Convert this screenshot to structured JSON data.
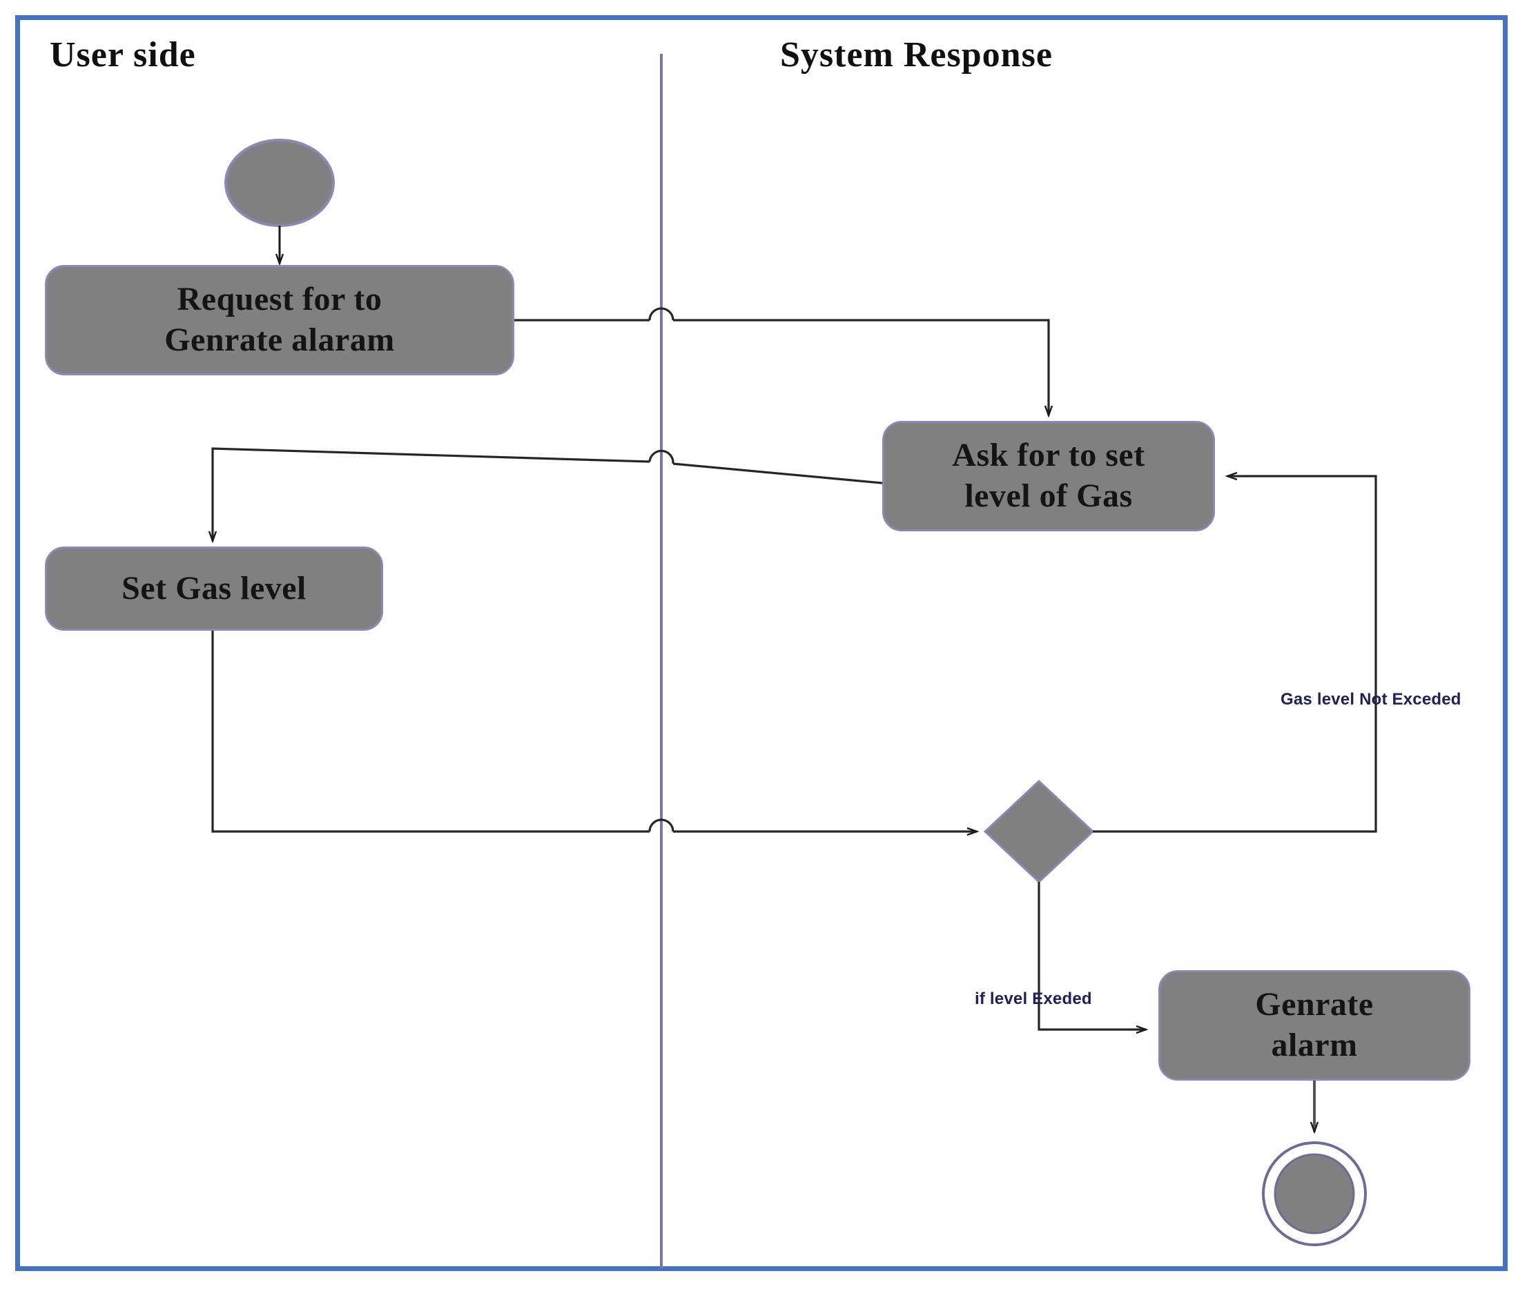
{
  "diagram": {
    "type": "uml-activity-diagram",
    "title_present": false,
    "frame_color": "#4472C4",
    "node_fill": "#808080",
    "node_border": "#8C87B5",
    "swimlane_divider_color": "#7B779E",
    "connector_color": "#262626",
    "label_color": "#1F1F5B"
  },
  "lanes": [
    {
      "id": "user",
      "title": "User side"
    },
    {
      "id": "system",
      "title": "System Response"
    }
  ],
  "nodes": [
    {
      "id": "start",
      "kind": "initial-node",
      "lane": "user",
      "label": ""
    },
    {
      "id": "request",
      "kind": "action",
      "lane": "user",
      "label_lines": [
        "Request for to",
        "Genrate alaram"
      ]
    },
    {
      "id": "ask",
      "kind": "action",
      "lane": "system",
      "label_lines": [
        "Ask for to set",
        "level of Gas"
      ]
    },
    {
      "id": "setgas",
      "kind": "action",
      "lane": "user",
      "label_lines": [
        "Set  Gas level"
      ]
    },
    {
      "id": "decision",
      "kind": "decision",
      "lane": "system",
      "label": ""
    },
    {
      "id": "genalarm",
      "kind": "action",
      "lane": "system",
      "label_lines": [
        "Genrate",
        "alarm"
      ]
    },
    {
      "id": "end",
      "kind": "final-node",
      "lane": "system",
      "label": ""
    }
  ],
  "edges": [
    {
      "from": "start",
      "to": "request",
      "label": ""
    },
    {
      "from": "request",
      "to": "ask",
      "label": ""
    },
    {
      "from": "ask",
      "to": "setgas",
      "label": ""
    },
    {
      "from": "setgas",
      "to": "decision",
      "label": ""
    },
    {
      "from": "decision",
      "to": "ask",
      "label": "Gas level Not Exceded"
    },
    {
      "from": "decision",
      "to": "genalarm",
      "label": "if level Exeded"
    },
    {
      "from": "genalarm",
      "to": "end",
      "label": ""
    }
  ],
  "labels": {
    "request_line1": "Request for to",
    "request_line2": "Genrate alaram",
    "ask_line1": "Ask for to set",
    "ask_line2": "level of Gas",
    "setgas_line1": "Set  Gas level",
    "genalarm_line1": "Genrate",
    "genalarm_line2": "alarm",
    "not_exceeded": "Gas level Not Exceded",
    "exceeded": "if level Exeded"
  }
}
